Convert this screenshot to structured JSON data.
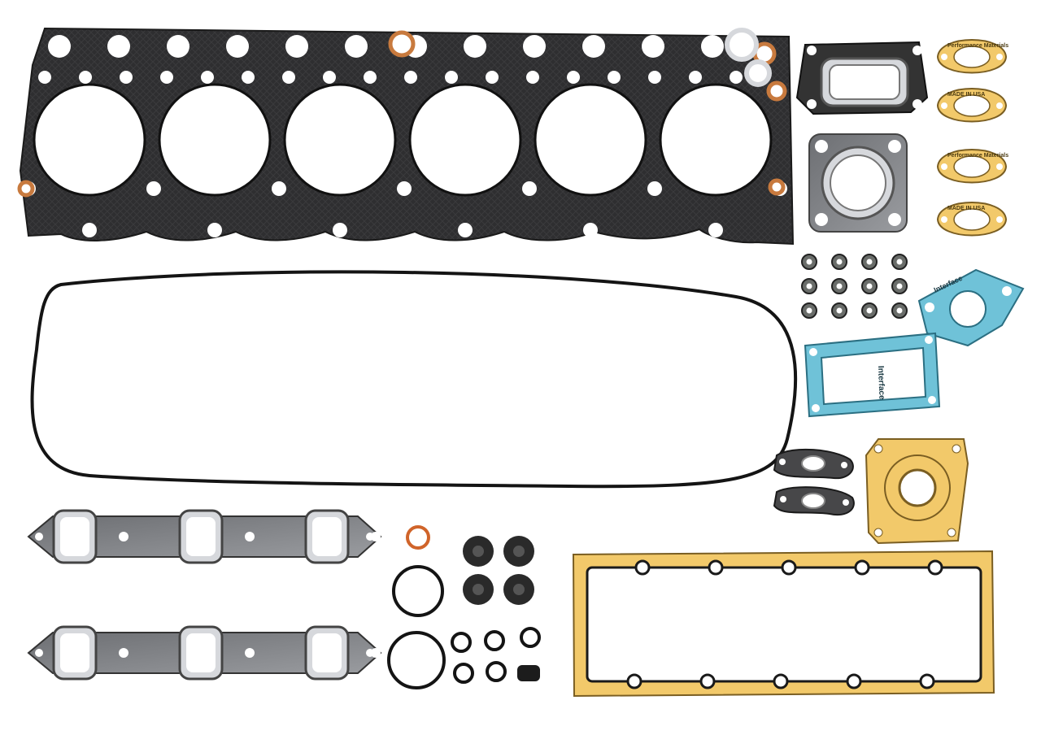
{
  "scene": {
    "subject": "engine cylinder head gasket set",
    "background_color": "#ffffff"
  },
  "colors": {
    "graphite": "#2e2e30",
    "graphite_texture": "#3a3a3c",
    "steel": "#8f9196",
    "steel_dark": "#5d5f63",
    "steel_light": "#d6d8dc",
    "fiber_yellow": "#f2c96a",
    "fiber_blue": "#6fc2d8",
    "rubber": "#1c1c1c",
    "copper": "#c87a3e"
  },
  "imprints": {
    "brand": "Interface",
    "line_1": "Performance Materials",
    "line_2": "MADE IN USA"
  },
  "parts": {
    "head_gasket": {
      "cylinder_count": 6
    },
    "valve_stem_seal_count": 12,
    "manifold_gasket_count": 2,
    "manifold_ports_per_gasket": 3
  }
}
